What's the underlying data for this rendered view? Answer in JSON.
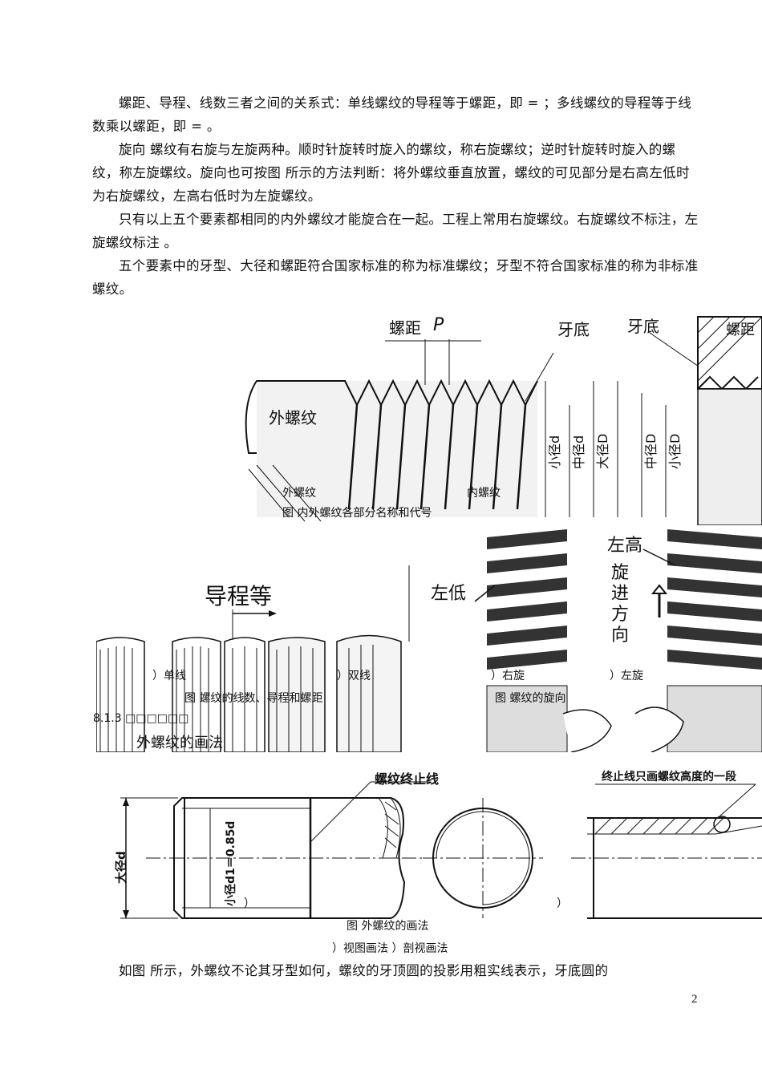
{
  "paragraphs": [
    "螺距、导程、线数三者之间的关系式：单线螺纹的导程等于螺距，即 = ；多线螺纹的导程等于线数乘以螺距，即 = 。",
    "旋向 螺纹有右旋与左旋两种。顺时针旋转时旋入的螺纹，称右旋螺纹；逆时针旋转时旋入的螺纹，称左旋螺纹。旋向也可按图 所示的方法判断：将外螺纹垂直放置，螺纹的可见部分是右高左低时为右旋螺纹，左高右低时为左旋螺纹。",
    "只有以上五个要素都相同的内外螺纹才能旋合在一起。工程上常用右旋螺纹。右旋螺纹不标注，左旋螺纹标注 。",
    "五个要素中的牙型、大径和螺距符合国家标准的称为标准螺纹；牙型不符合国家标准的称为非标准螺纹。",
    "如图 所示，外螺纹不论其牙型如何，螺纹的牙顶圆的投影用粗实线表示，牙底圆的"
  ],
  "fig1": {
    "labels": {
      "pitch": "螺距",
      "p": "P",
      "root_left": "牙底",
      "root_right": "牙底",
      "pitch_right": "螺距",
      "outer_thread": "外螺纹",
      "minor_d": "小径d",
      "mid_d": "中径d",
      "major_d": "大径D",
      "mid_D": "中径D",
      "minor_D": "小径D"
    },
    "caption_outer": "外螺纹",
    "caption_inner": "内螺纹",
    "caption": "图 内外螺纹各部分名称和代号"
  },
  "fig2": {
    "label_lead": "导程等",
    "caption_single": "）单线",
    "caption_double": "）双线",
    "caption": "图 螺纹的线数、导程和螺距"
  },
  "fig3": {
    "label_left_low": "左低",
    "label_left_high": "左高",
    "label_direction": "旋进方向",
    "caption_right": "）右旋",
    "caption_left": "）左旋",
    "caption": "图 螺纹的旋向"
  },
  "section": {
    "number": "8.1.3 □□□□□□",
    "title": "外螺纹的画法"
  },
  "fig4": {
    "label_stop_line": "螺纹终止线",
    "label_stop_note": "终止线只画螺纹高度的一段",
    "label_major": "大径d",
    "label_minor": "小径d1＝0.85d",
    "marker_a": "）",
    "marker_b": "）",
    "caption": "图 外螺纹的画法",
    "subcaption": "）视图画法 ）剖视画法"
  },
  "page_number": "2"
}
